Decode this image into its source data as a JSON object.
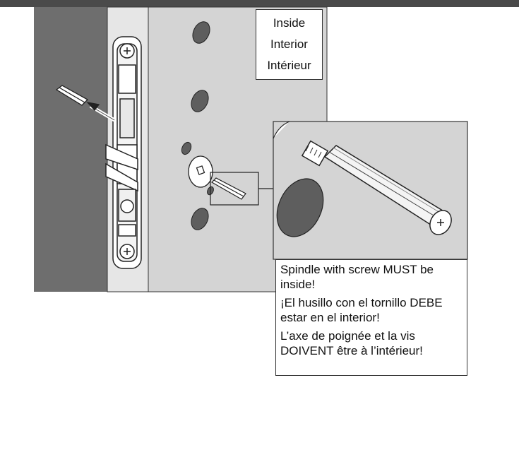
{
  "labels": {
    "inside": {
      "en": "Inside",
      "es": "Interior",
      "fr": "Intérieur"
    }
  },
  "caption": {
    "en": "Spindle with screw MUST be inside!",
    "es": "¡El husillo con el tornillo DEBE estar en el interior!",
    "fr": "L’axe de poignée et la vis DOIVENT être à l’intérieur!"
  },
  "colors": {
    "header_bar": "#4a4a4a",
    "door_face": "#d4d4d4",
    "door_edge": "#6e6e6e",
    "hole": "#5e5e5e"
  }
}
